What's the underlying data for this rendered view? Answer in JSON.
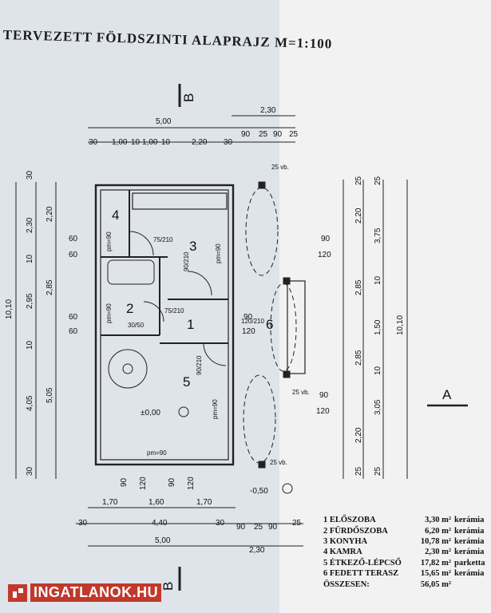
{
  "title": "TERVEZETT FÖLDSZINTI ALAPRAJZ M=1:100",
  "section_marks": {
    "top_b": "B",
    "bottom_b": "B",
    "right_a": "A"
  },
  "rooms": [
    {
      "num": "1",
      "name": "1 ELŐSZOBA",
      "area": "3,30 m²",
      "material": "kerámia"
    },
    {
      "num": "2",
      "name": "2 FÜRDŐSZOBA",
      "area": "6,20 m²",
      "material": "kerámia"
    },
    {
      "num": "3",
      "name": "3 KONYHA",
      "area": "10,78 m²",
      "material": "kerámia"
    },
    {
      "num": "4",
      "name": "4 KAMRA",
      "area": "2,30 m²",
      "material": "kerámia"
    },
    {
      "num": "5",
      "name": "5 ÉTKEZŐ-LÉPCSŐ",
      "area": "17,82 m²",
      "material": "parketta"
    },
    {
      "num": "6",
      "name": "6 FEDETT TERASZ",
      "area": "15,65 m²",
      "material": "kerámia"
    }
  ],
  "total": {
    "label": "ÖSSZESEN:",
    "area": "56,05 m²"
  },
  "top_dims": {
    "overall": "5,00",
    "right": "2,30",
    "row": [
      "30",
      "1,00",
      "10",
      "1,00",
      "10",
      "2,20",
      "30",
      "90",
      "25",
      "90",
      "25"
    ]
  },
  "bottom_dims": {
    "row1": [
      "1,70",
      "1,60",
      "1,70"
    ],
    "row2": [
      "30",
      "4,40",
      "30",
      "90",
      "25",
      "90",
      "25"
    ],
    "overall": "5,00",
    "right": "2,30",
    "openings": [
      "90",
      "120",
      "90",
      "120"
    ]
  },
  "left_dims": {
    "overall": "10,10",
    "a": [
      "30",
      "2,30",
      "10",
      "2,95",
      "10",
      "4,05",
      "30"
    ],
    "b": [
      "2,20",
      "2,85",
      "5,05"
    ],
    "c": [
      "60",
      "60",
      "60",
      "60"
    ]
  },
  "right_dims": {
    "overall": "10,10",
    "a": [
      "25",
      "3,75",
      "10",
      "1,50",
      "10",
      "3,05",
      "25"
    ],
    "b": [
      "25",
      "2,20",
      "2,85",
      "2,85",
      "2,20",
      "25"
    ],
    "c": [
      "90",
      "120",
      "90",
      "120",
      "90",
      "120"
    ]
  },
  "door_labels": [
    "75/210",
    "75/210",
    "30/50",
    "90/210",
    "120/210",
    "90/210"
  ],
  "window_labels": [
    "pm=90",
    "pm=90",
    "pm=90",
    "pm=90",
    "pm=90"
  ],
  "level_labels": {
    "floor": "±0,00",
    "outside": "-0,50"
  },
  "vb_labels": [
    "25 vb.",
    "25 vb.",
    "25 vb."
  ],
  "logo_text": "INGATLANOK.HU"
}
